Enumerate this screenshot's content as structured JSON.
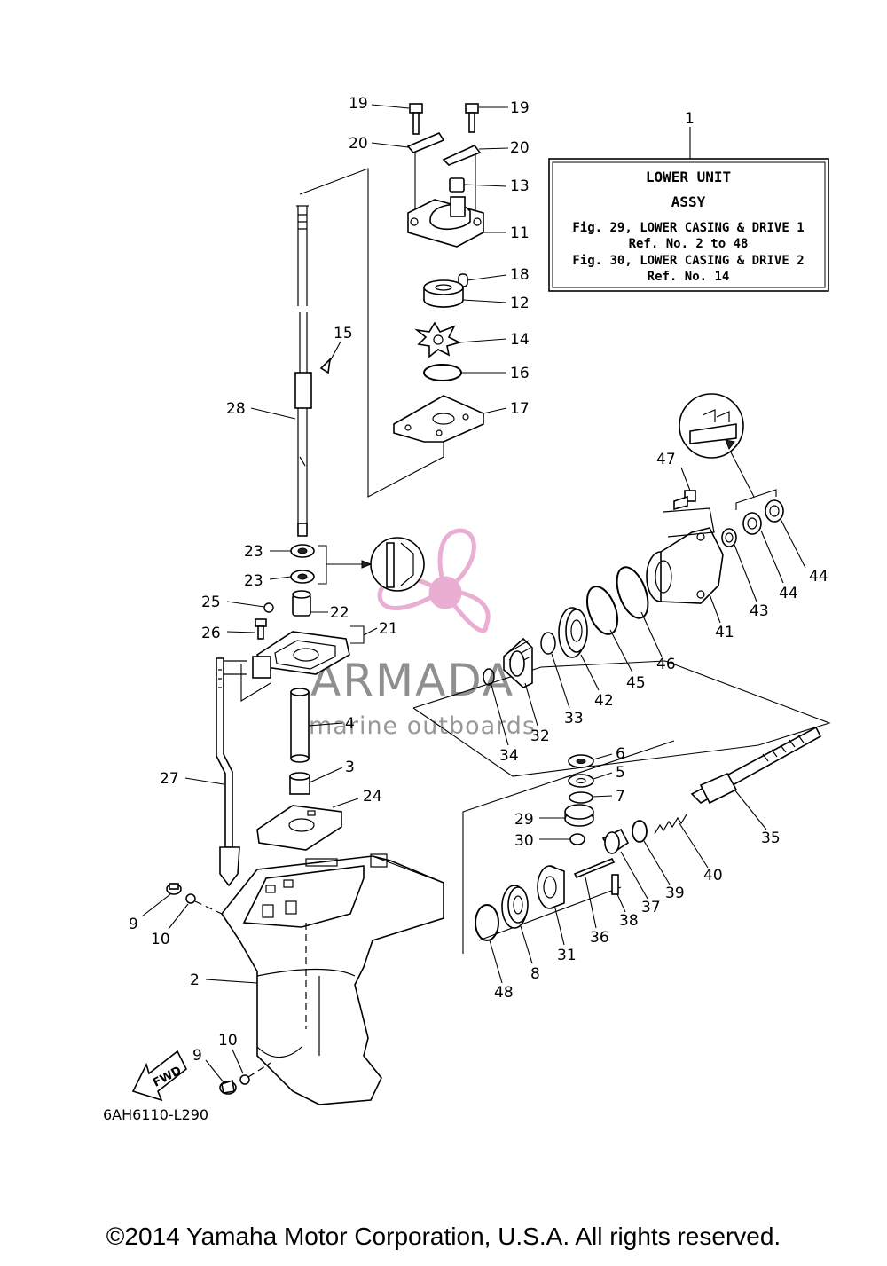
{
  "diagram": {
    "drawing_code": "6AH6110-L290",
    "fwd_label": "FWD",
    "callouts": [
      "19",
      "19",
      "20",
      "20",
      "13",
      "11",
      "18",
      "12",
      "14",
      "16",
      "17",
      "15",
      "28",
      "23",
      "23",
      "25",
      "22",
      "26",
      "21",
      "4",
      "3",
      "27",
      "24",
      "9",
      "10",
      "2",
      "10",
      "9",
      "47",
      "44",
      "44",
      "43",
      "41",
      "46",
      "45",
      "42",
      "33",
      "34",
      "32",
      "6",
      "5",
      "7",
      "29",
      "30",
      "35",
      "40",
      "39",
      "37",
      "38",
      "36",
      "31",
      "8",
      "48",
      "1"
    ]
  },
  "info_box": {
    "ref": "1",
    "title_line1": "LOWER UNIT",
    "title_line2": "ASSY",
    "line1": "Fig. 29, LOWER CASING & DRIVE 1",
    "line2": "Ref. No. 2 to 48",
    "line3": "Fig. 30, LOWER CASING & DRIVE 2",
    "line4": "Ref. No. 14"
  },
  "watermark": {
    "brand": "ARMADA",
    "tagline": "marine outboards",
    "color": "#e8a6cf"
  },
  "footer": {
    "copyright": "©2014 Yamaha Motor Corporation, U.S.A. All rights reserved."
  }
}
